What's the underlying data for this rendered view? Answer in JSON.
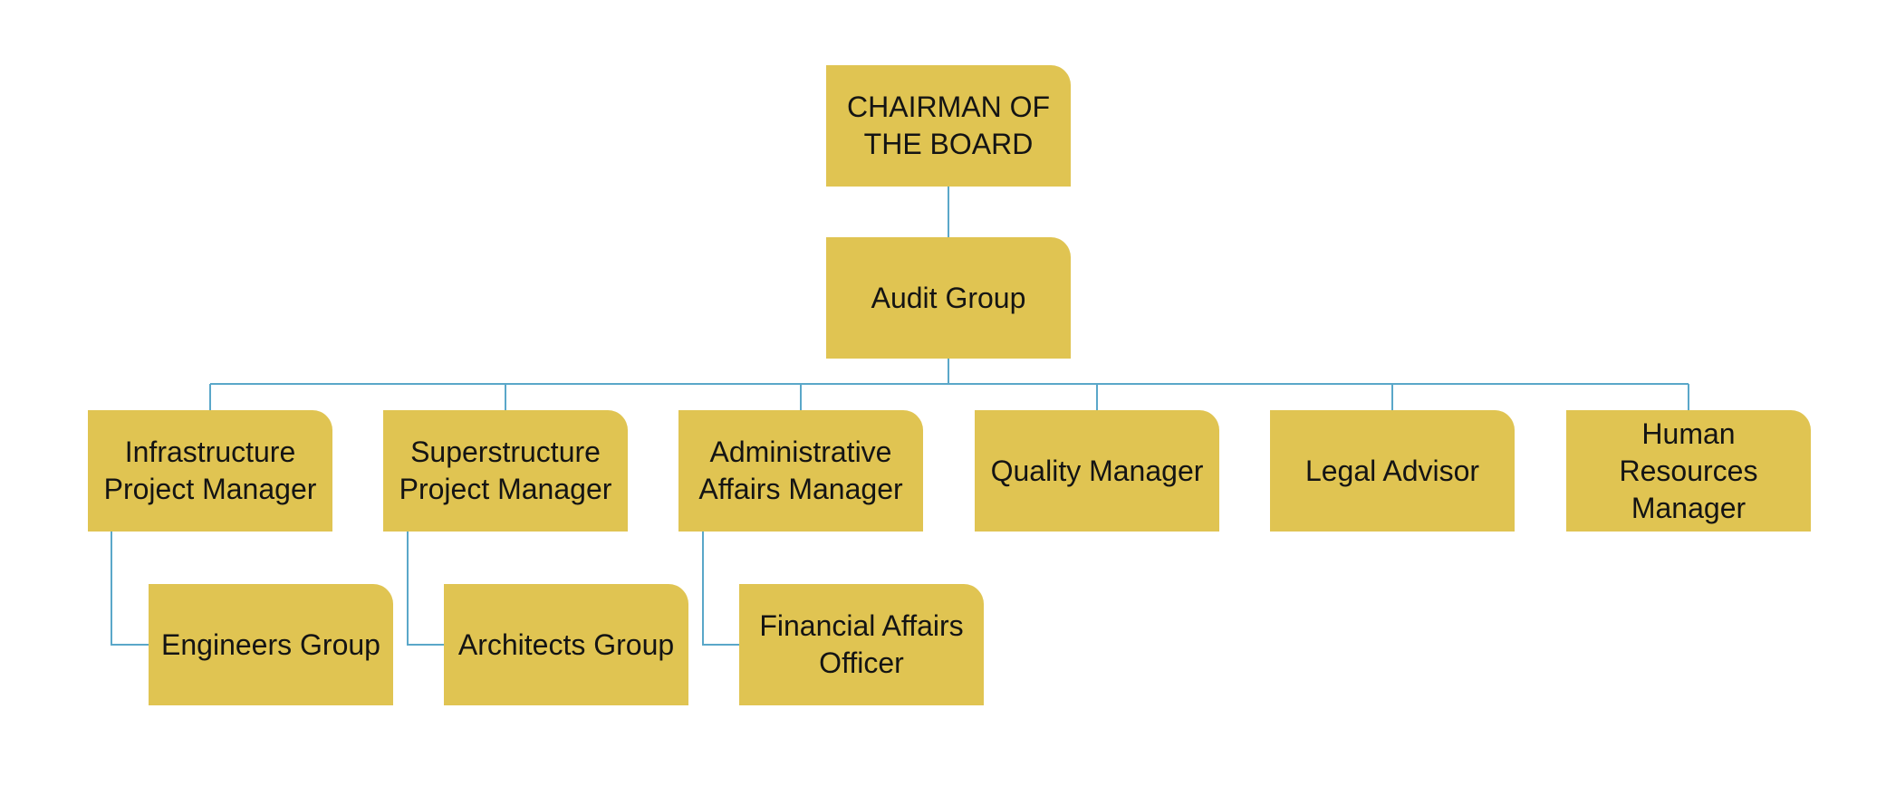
{
  "colors": {
    "box_fill": "#e0c452",
    "connector": "#5aa7c9",
    "text": "#141414",
    "background": "#ffffff"
  },
  "org": {
    "chairman": "CHAIRMAN OF THE BOARD",
    "audit_group": "Audit Group",
    "infrastructure_pm": "Infrastructure Project Manager",
    "superstructure_pm": "Superstructure Project Manager",
    "admin_affairs_manager": "Administrative Affairs Manager",
    "quality_manager": "Quality Manager",
    "legal_advisor": "Legal Advisor",
    "hr_manager": "Human Resources Manager",
    "engineers_group": "Engineers Group",
    "architects_group": "Architects Group",
    "financial_affairs_officer": "Financial Affairs Officer"
  }
}
